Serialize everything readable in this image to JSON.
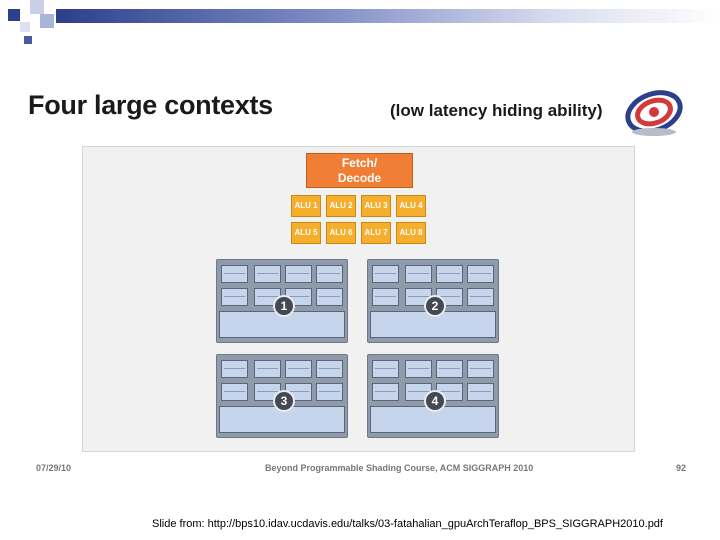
{
  "slide": {
    "title": "Four large contexts",
    "subtitle": "(low latency hiding ability)",
    "fetch_decode": {
      "line1": "Fetch/",
      "line2": "Decode"
    },
    "alus": [
      "ALU 1",
      "ALU 2",
      "ALU 3",
      "ALU 4",
      "ALU 5",
      "ALU 6",
      "ALU 7",
      "ALU 8"
    ],
    "contexts": [
      {
        "number": "1"
      },
      {
        "number": "2"
      },
      {
        "number": "3"
      },
      {
        "number": "4"
      }
    ],
    "footer": {
      "date": "07/29/10",
      "course": "Beyond Programmable Shading Course, ACM SIGGRAPH 2010",
      "page": "92"
    },
    "source": "Slide from:  http://bps10.idav.ucdavis.edu/talks/03-fatahalian_gpuArchTeraflop_BPS_SIGGRAPH2010.pdf"
  },
  "colors": {
    "accent_bar": "#2b3f8c",
    "fetch": "#f07f35",
    "alu": "#f6ae2d",
    "context": "#8f9aaa",
    "cell": "#c7d5ec"
  }
}
